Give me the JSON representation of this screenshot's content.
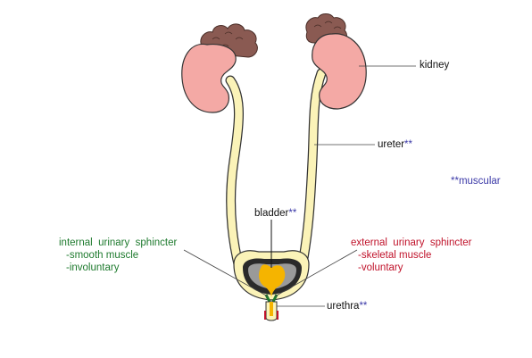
{
  "labels": {
    "kidney": "kidney",
    "ureter": "ureter",
    "ureter_mark": "**",
    "muscular_note": "**muscular",
    "bladder": "bladder",
    "bladder_mark": "**",
    "urethra": "urethra",
    "urethra_mark": "**",
    "internal_sphincter": {
      "title": "internal  urinary  sphincter",
      "line1": "-smooth muscle",
      "line2": "-involuntary"
    },
    "external_sphincter": {
      "title": "external  urinary  sphincter",
      "line1": "-skeletal muscle",
      "line2": "-voluntary"
    }
  },
  "colors": {
    "kidney": "#f4a9a5",
    "adrenal": "#8a5a52",
    "ureter": "#fbf3b8",
    "bladder_wall": "#fbf3b8",
    "bladder_dark": "#2a2a2a",
    "bladder_gray": "#9a9a9a",
    "urine": "#f5b400",
    "internal_sphincter": "#1e7a2e",
    "external_sphincter": "#c0122a",
    "muscular_note": "#3c3aa8"
  }
}
